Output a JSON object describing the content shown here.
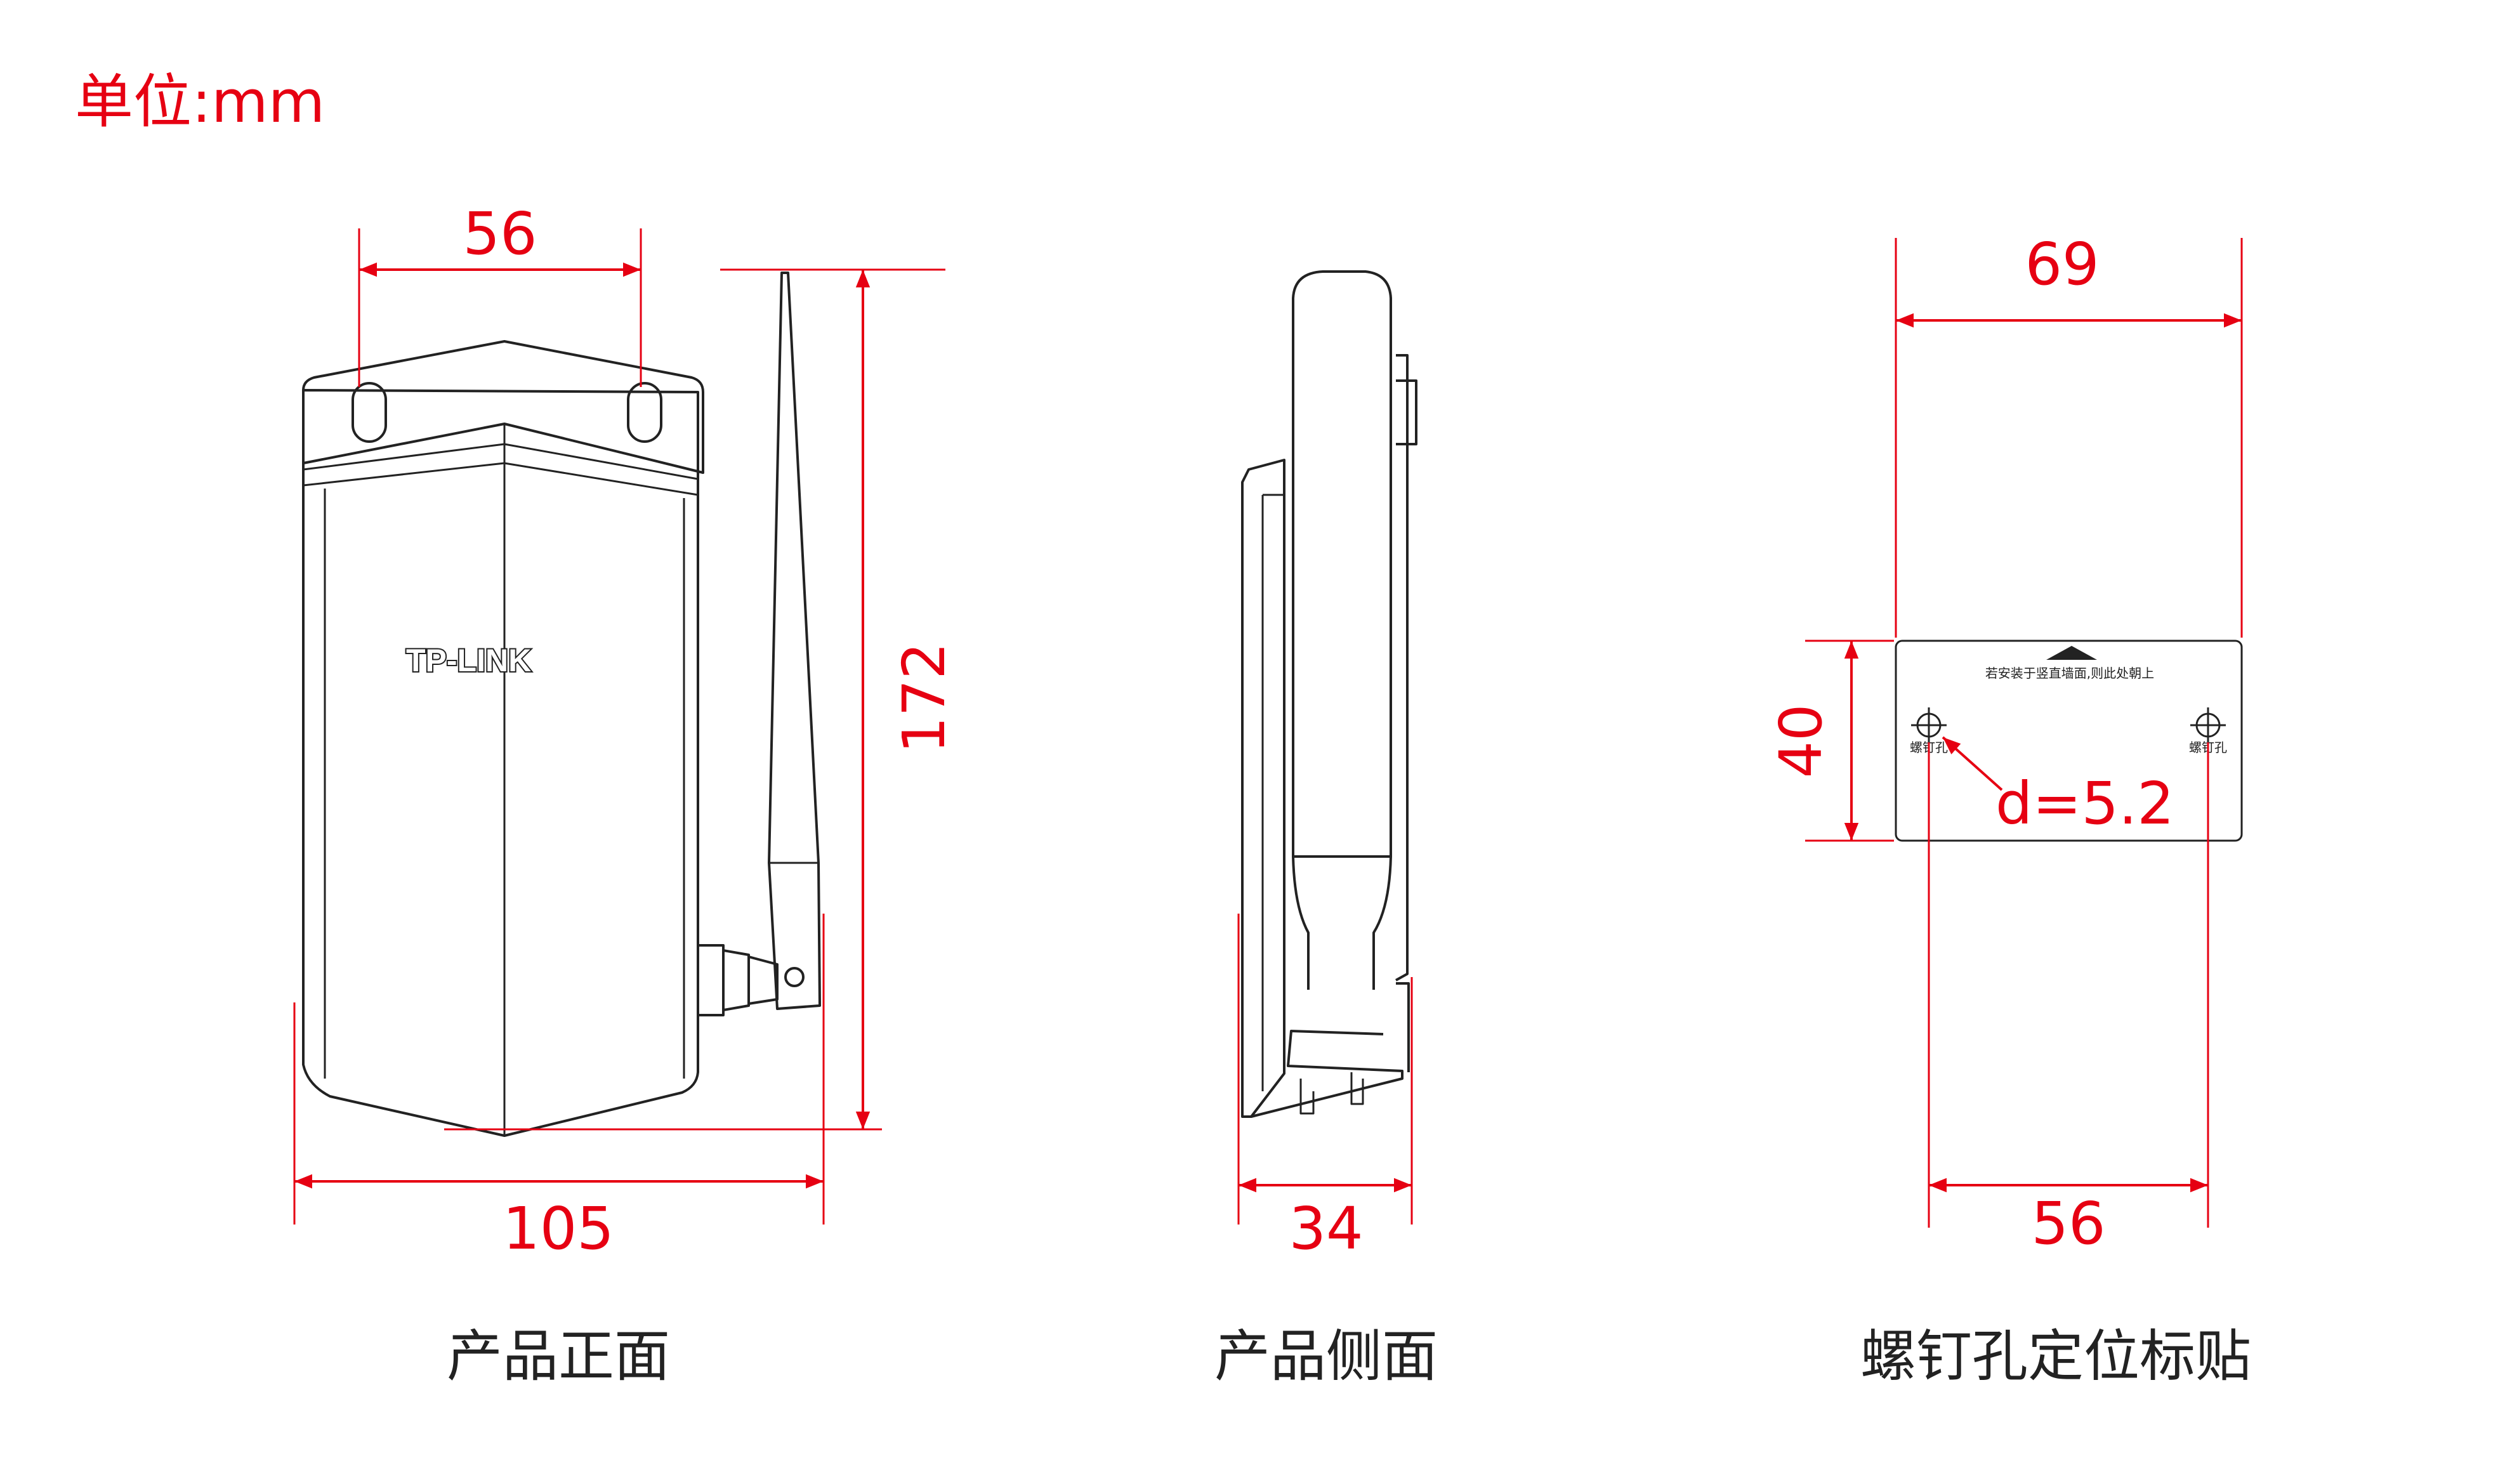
{
  "unit_label": "单位:mm",
  "front_view": {
    "caption": "产品正面",
    "brand_label": "TP-LINK",
    "dim_top_width": "56",
    "dim_height": "172",
    "dim_bottom_width": "105"
  },
  "side_view": {
    "caption": "产品侧面",
    "dim_depth": "34"
  },
  "template_view": {
    "caption": "螺钉孔定位标贴",
    "dim_top_width": "69",
    "dim_height": "40",
    "dim_hole_spacing": "56",
    "dim_hole_diameter": "d=5.2",
    "sticker_note": "若安装于竖直墙面,则此处朝上",
    "left_hole_label": "螺钉孔",
    "right_hole_label": "螺钉孔"
  },
  "colors": {
    "dimension": "#e60012",
    "outline": "#222222",
    "background": "#ffffff"
  }
}
